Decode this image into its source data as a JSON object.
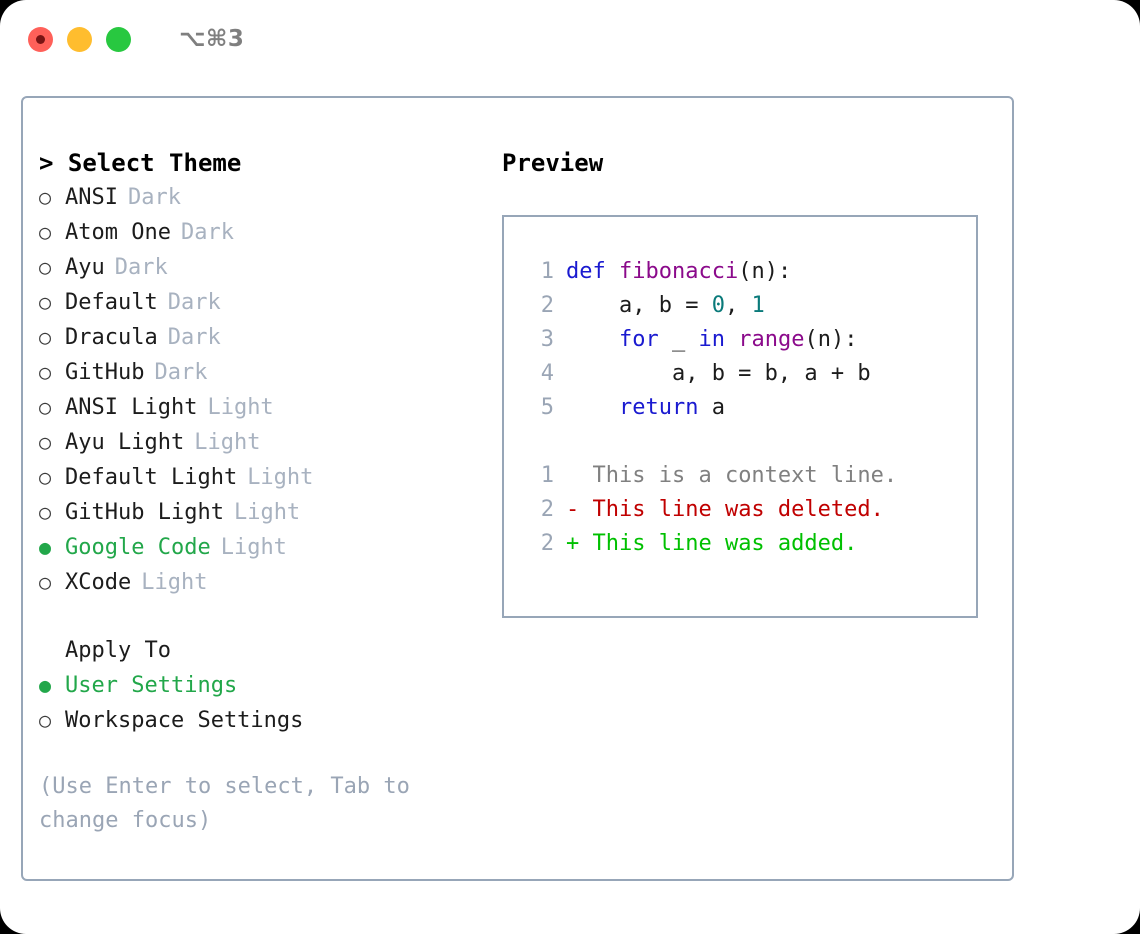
{
  "window": {
    "shortcut": "⌥⌘3",
    "traffic_lights": [
      "close",
      "minimize",
      "zoom"
    ],
    "border_color": "#97a6b8"
  },
  "theme_picker": {
    "title": "> Select Theme",
    "selected_bullet": "●",
    "unselected_bullet": "○",
    "selected_color": "#22a74a",
    "badge_color": "#a8b2c0",
    "items": [
      {
        "label": "ANSI",
        "badge": "Dark",
        "selected": false
      },
      {
        "label": "Atom One",
        "badge": "Dark",
        "selected": false
      },
      {
        "label": "Ayu",
        "badge": "Dark",
        "selected": false
      },
      {
        "label": "Default",
        "badge": "Dark",
        "selected": false
      },
      {
        "label": "Dracula",
        "badge": "Dark",
        "selected": false
      },
      {
        "label": "GitHub",
        "badge": "Dark",
        "selected": false
      },
      {
        "label": "ANSI Light",
        "badge": "Light",
        "selected": false
      },
      {
        "label": "Ayu Light",
        "badge": "Light",
        "selected": false
      },
      {
        "label": "Default Light",
        "badge": "Light",
        "selected": false
      },
      {
        "label": "GitHub Light",
        "badge": "Light",
        "selected": false
      },
      {
        "label": "Google Code",
        "badge": "Light",
        "selected": true
      },
      {
        "label": "XCode",
        "badge": "Light",
        "selected": false
      }
    ]
  },
  "apply_to": {
    "title": "Apply To",
    "items": [
      {
        "label": "User Settings",
        "selected": true
      },
      {
        "label": "Workspace Settings",
        "selected": false
      }
    ]
  },
  "hint": "(Use Enter to select, Tab to change focus)",
  "preview": {
    "title": "Preview",
    "code_lines": [
      {
        "lineno": "1",
        "tokens": [
          {
            "text": "def ",
            "type": "kw"
          },
          {
            "text": "fibonacci",
            "type": "fn"
          },
          {
            "text": "(n):",
            "type": "txt"
          }
        ]
      },
      {
        "lineno": "2",
        "tokens": [
          {
            "text": "    a, b = ",
            "type": "txt"
          },
          {
            "text": "0",
            "type": "num"
          },
          {
            "text": ", ",
            "type": "txt"
          },
          {
            "text": "1",
            "type": "num"
          }
        ]
      },
      {
        "lineno": "3",
        "tokens": [
          {
            "text": "    for ",
            "type": "kw"
          },
          {
            "text": "_ ",
            "type": "txt"
          },
          {
            "text": "in ",
            "type": "kw"
          },
          {
            "text": "range",
            "type": "fn"
          },
          {
            "text": "(n):",
            "type": "txt"
          }
        ]
      },
      {
        "lineno": "4",
        "tokens": [
          {
            "text": "        a, b = b, a + b",
            "type": "txt"
          }
        ]
      },
      {
        "lineno": "5",
        "tokens": [
          {
            "text": "    return ",
            "type": "kw"
          },
          {
            "text": "a",
            "type": "txt"
          }
        ]
      }
    ],
    "diff_lines": [
      {
        "lineno": "1",
        "marker": " ",
        "text": " This is a context line.",
        "type": "ctx"
      },
      {
        "lineno": "2",
        "marker": "-",
        "text": " This line was deleted.",
        "type": "del"
      },
      {
        "lineno": "2",
        "marker": "+",
        "text": " This line was added.",
        "type": "add"
      }
    ],
    "syntax_colors": {
      "keyword": "#1a1ad0",
      "function": "#8b0a8b",
      "number": "#0a7a7a",
      "text": "#1c1c1c",
      "lineno": "#9aa5b5",
      "diff_context": "#808080",
      "diff_deleted": "#c00000",
      "diff_added": "#00c000"
    }
  }
}
